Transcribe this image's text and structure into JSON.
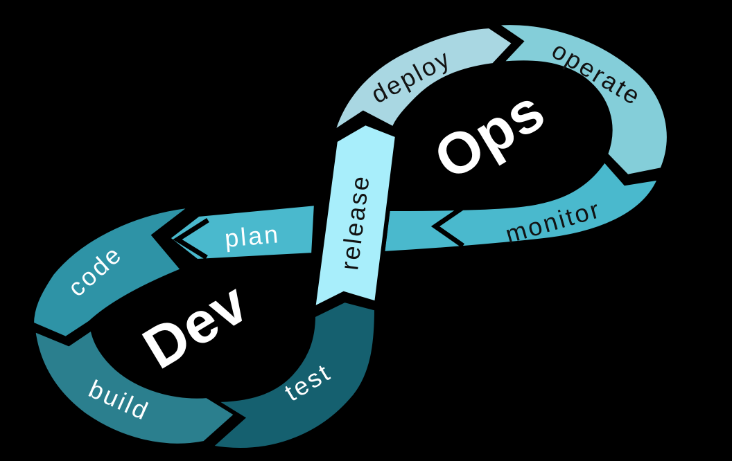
{
  "diagram": {
    "name": "DevOps lifecycle infinity loop",
    "background_color": "#000000",
    "outline_color": "#000000",
    "dev_loop": {
      "label": "Dev",
      "color": "#ffffff"
    },
    "ops_loop": {
      "label": "Ops",
      "color": "#ffffff"
    },
    "stages": [
      {
        "id": "plan",
        "label": "plan",
        "color": "#4ab9cd",
        "label_color": "#ffffff"
      },
      {
        "id": "code",
        "label": "code",
        "color": "#2e93a6",
        "label_color": "#ffffff"
      },
      {
        "id": "build",
        "label": "build",
        "color": "#2b7f8e",
        "label_color": "#ffffff"
      },
      {
        "id": "test",
        "label": "test",
        "color": "#15606f",
        "label_color": "#ffffff"
      },
      {
        "id": "release",
        "label": "release",
        "color": "#a8eefb",
        "label_color": "#121212"
      },
      {
        "id": "deploy",
        "label": "deploy",
        "color": "#a9d7e2",
        "label_color": "#121212"
      },
      {
        "id": "operate",
        "label": "operate",
        "color": "#84ced9",
        "label_color": "#121212"
      },
      {
        "id": "monitor",
        "label": "monitor",
        "color": "#4ab9cd",
        "label_color": "#121212"
      }
    ]
  }
}
